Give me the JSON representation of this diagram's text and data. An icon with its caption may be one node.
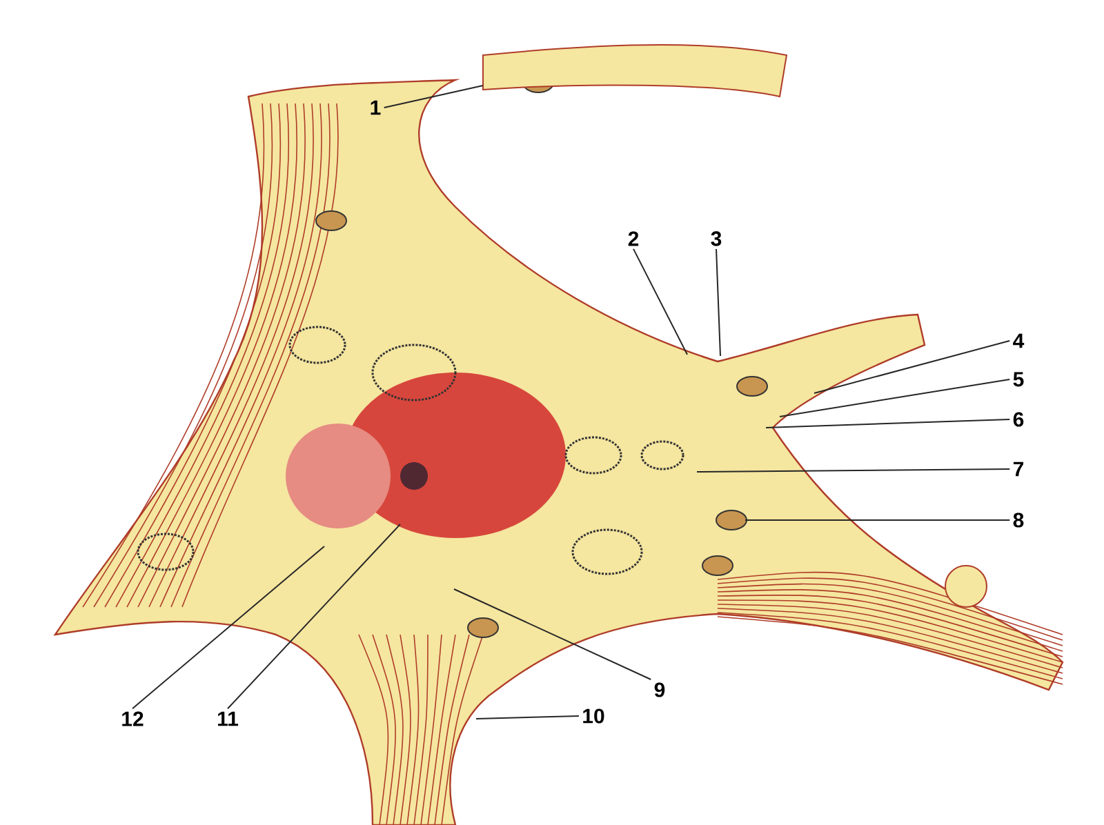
{
  "diagram": {
    "nodes": [
      {
        "text": [
          "1"
        ]
      },
      {
        "text": [
          "2"
        ]
      },
      {
        "text": [
          "3"
        ]
      },
      {
        "text": [
          "4"
        ]
      },
      {
        "text": [
          "5"
        ]
      },
      {
        "text": [
          "6"
        ]
      },
      {
        "text": [
          "7"
        ]
      },
      {
        "text": [
          "8"
        ]
      },
      {
        "text": [
          "9"
        ]
      },
      {
        "text": [
          "10"
        ]
      },
      {
        "text": [
          "11"
        ]
      },
      {
        "text": [
          "12"
        ]
      }
    ],
    "edges": [
      {
        "from": 0,
        "to": null,
        "arrow": "none"
      },
      {
        "from": 1,
        "to": null,
        "arrow": "none"
      },
      {
        "from": 2,
        "to": null,
        "arrow": "none"
      },
      {
        "from": 3,
        "to": null,
        "arrow": "none"
      },
      {
        "from": 4,
        "to": null,
        "arrow": "none"
      },
      {
        "from": 5,
        "to": null,
        "arrow": "none"
      },
      {
        "from": 6,
        "to": null,
        "arrow": "none"
      },
      {
        "from": 7,
        "to": null,
        "arrow": "none"
      },
      {
        "from": 8,
        "to": null,
        "arrow": "none"
      },
      {
        "from": 9,
        "to": null,
        "arrow": "none"
      },
      {
        "from": 10,
        "to": null,
        "arrow": "none"
      },
      {
        "from": 11,
        "to": null,
        "arrow": "none"
      }
    ]
  }
}
